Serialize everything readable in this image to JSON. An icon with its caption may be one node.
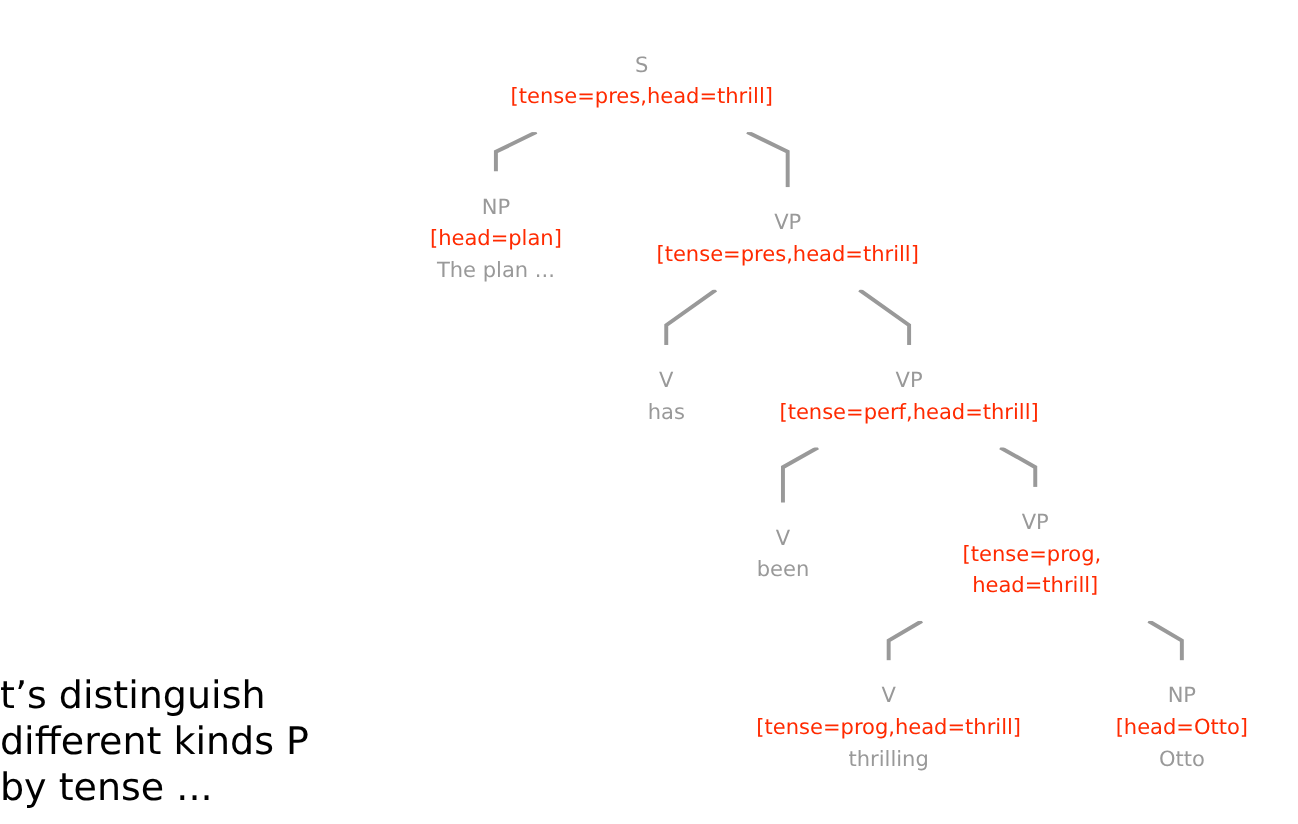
{
  "diagram": {
    "nodes": [
      {
        "text": [
          "S",
          "[tense=pres,head=thrill]"
        ]
      },
      {
        "text": [
          "NP",
          "[head=plan]",
          "The plan ..."
        ]
      },
      {
        "text": [
          "VP",
          "[tense=pres,head=thrill]"
        ]
      },
      {
        "text": [
          "V",
          "has"
        ]
      },
      {
        "text": [
          "VP",
          "[tense=perf,head=thrill]"
        ]
      },
      {
        "text": [
          "V",
          "been"
        ]
      },
      {
        "text": [
          "VP",
          "[tense=prog, head=thrill]"
        ]
      },
      {
        "text": [
          "V",
          "[tense=prog,head=thrill]",
          "thrilling"
        ]
      },
      {
        "text": [
          "NP",
          "[head=Otto]",
          "Otto"
        ]
      }
    ],
    "edges": [
      {
        "from": 0,
        "to": 1,
        "arrow": "none"
      },
      {
        "from": 0,
        "to": 2,
        "arrow": "none"
      },
      {
        "from": 2,
        "to": 3,
        "arrow": "none"
      },
      {
        "from": 2,
        "to": 4,
        "arrow": "none"
      },
      {
        "from": 4,
        "to": 5,
        "arrow": "none"
      },
      {
        "from": 4,
        "to": 6,
        "arrow": "none"
      },
      {
        "from": 6,
        "to": 7,
        "arrow": "none"
      },
      {
        "from": 6,
        "to": 8,
        "arrow": "none"
      }
    ],
    "labels": [
      "t’s distinguish different kinds P by tense ..."
    ]
  }
}
